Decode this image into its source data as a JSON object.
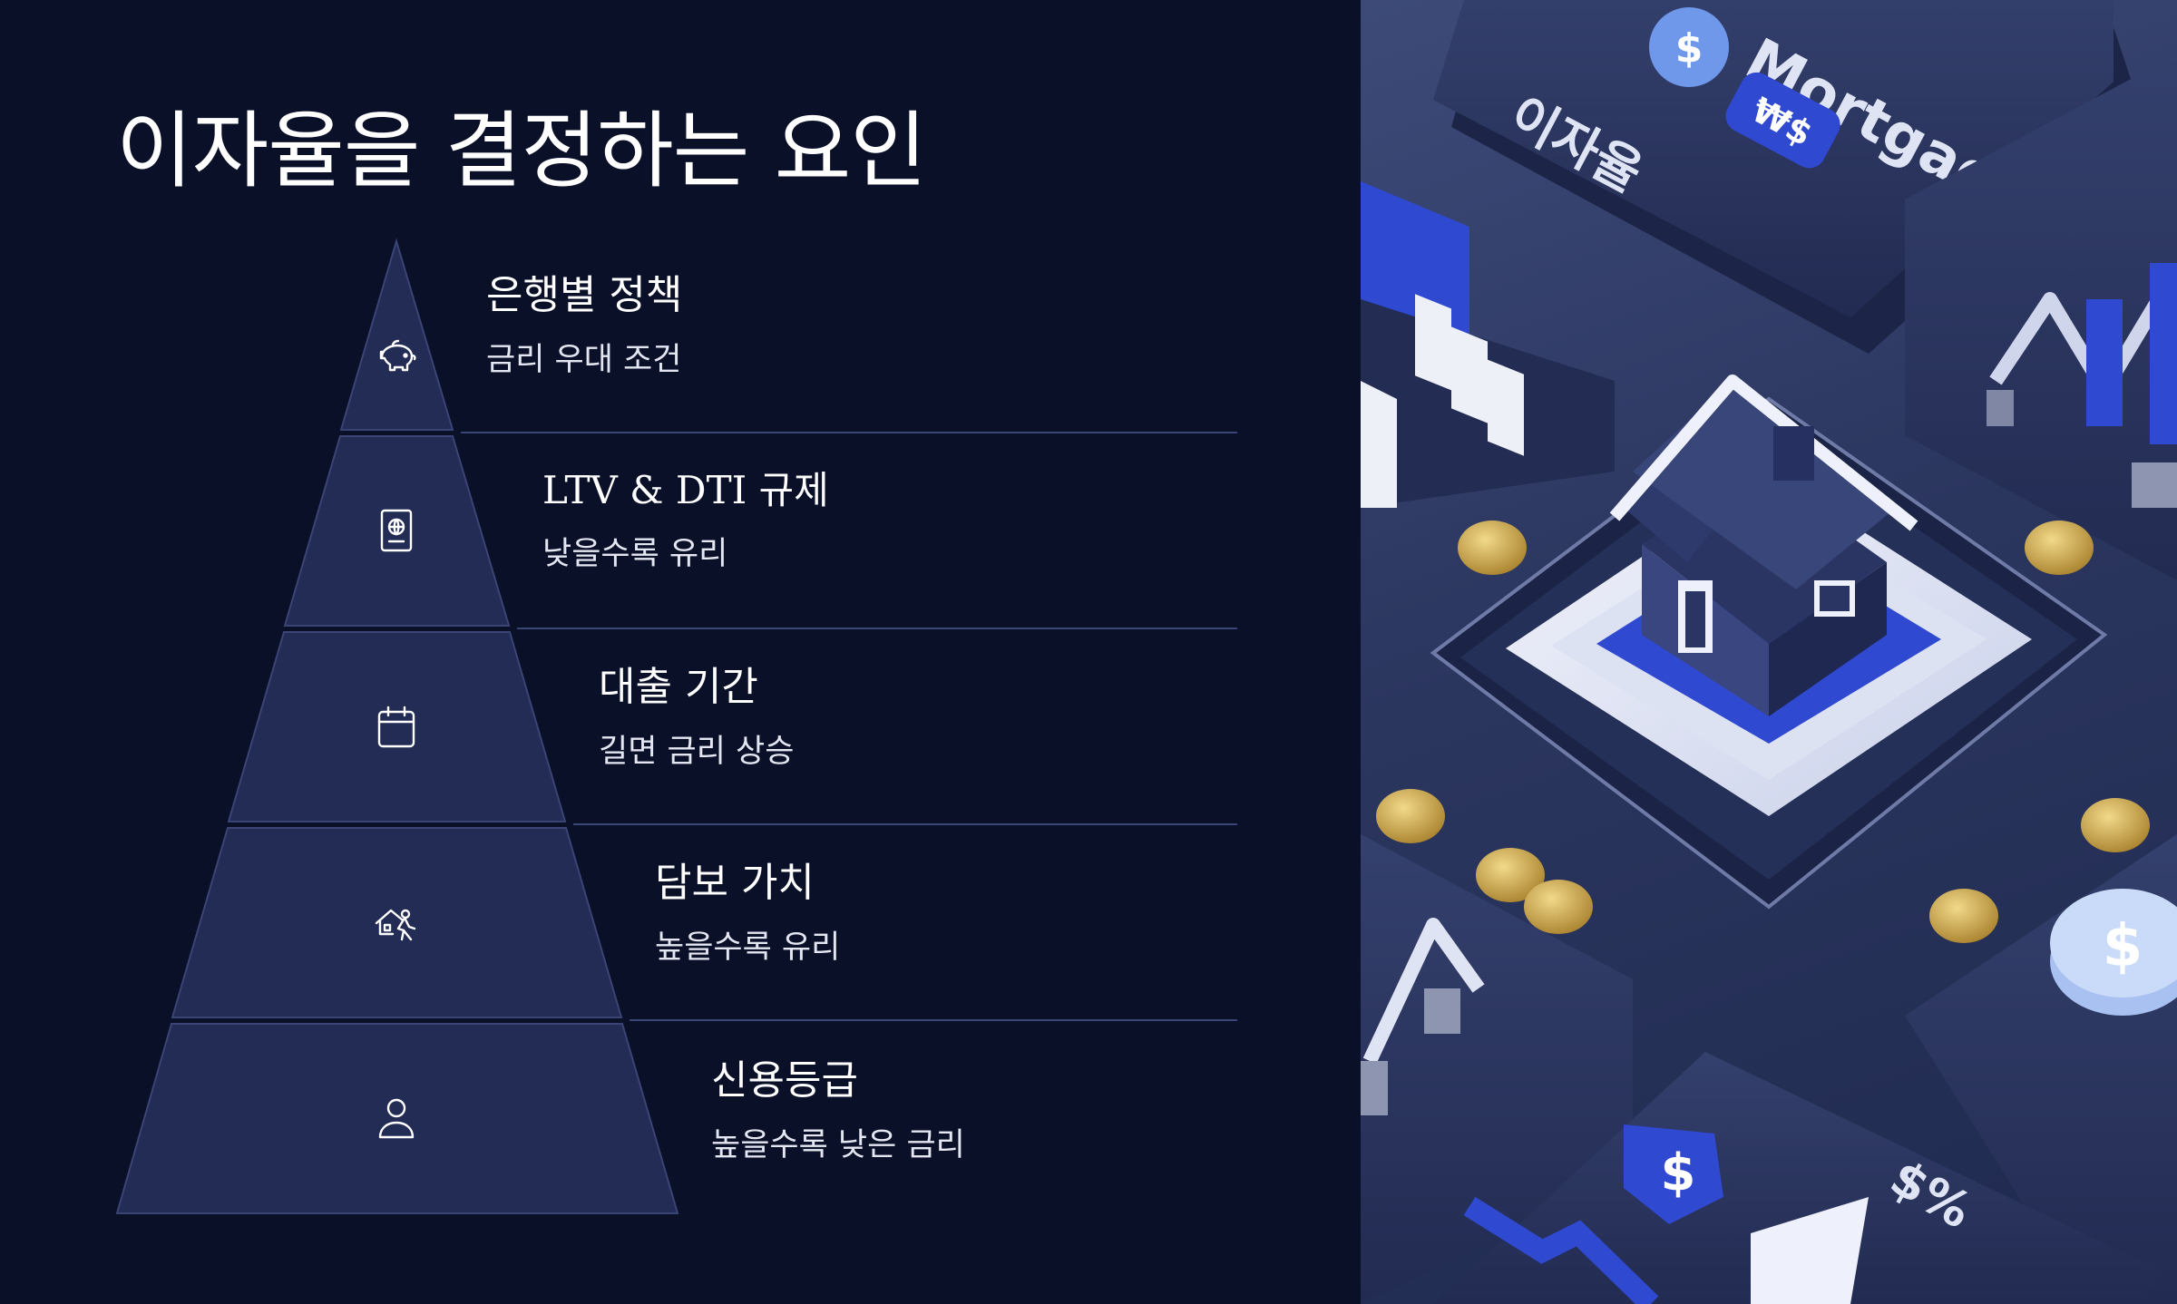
{
  "slide": {
    "title": "이자율을 결정하는 요인"
  },
  "pyramid": {
    "tiers": [
      {
        "title": "은행별 정책",
        "desc": "금리 우대 조건",
        "icon": "piggy-bank-icon"
      },
      {
        "title": "LTV & DTI 규제",
        "desc": "낮을수록 유리",
        "icon": "passport-icon"
      },
      {
        "title": "대출 기간",
        "desc": "길면 금리 상승",
        "icon": "calendar-icon"
      },
      {
        "title": "담보 가치",
        "desc": "높을수록 유리",
        "icon": "house-person-icon"
      },
      {
        "title": "신용등급",
        "desc": "높을수록 낮은 금리",
        "icon": "person-icon"
      }
    ]
  },
  "illustration": {
    "sign_top": "Mortgage",
    "sign_top_line2": "이자율",
    "sign_badge": "$",
    "sign_small": "₩$",
    "sign_bottom": "$%",
    "coin_symbol": "$"
  },
  "colors": {
    "background": "#0b1029",
    "pyramid_fill": "#232c55",
    "divider": "#3a4576",
    "accent_blue": "#2f49d1",
    "coin_gold": "#c9a548"
  }
}
